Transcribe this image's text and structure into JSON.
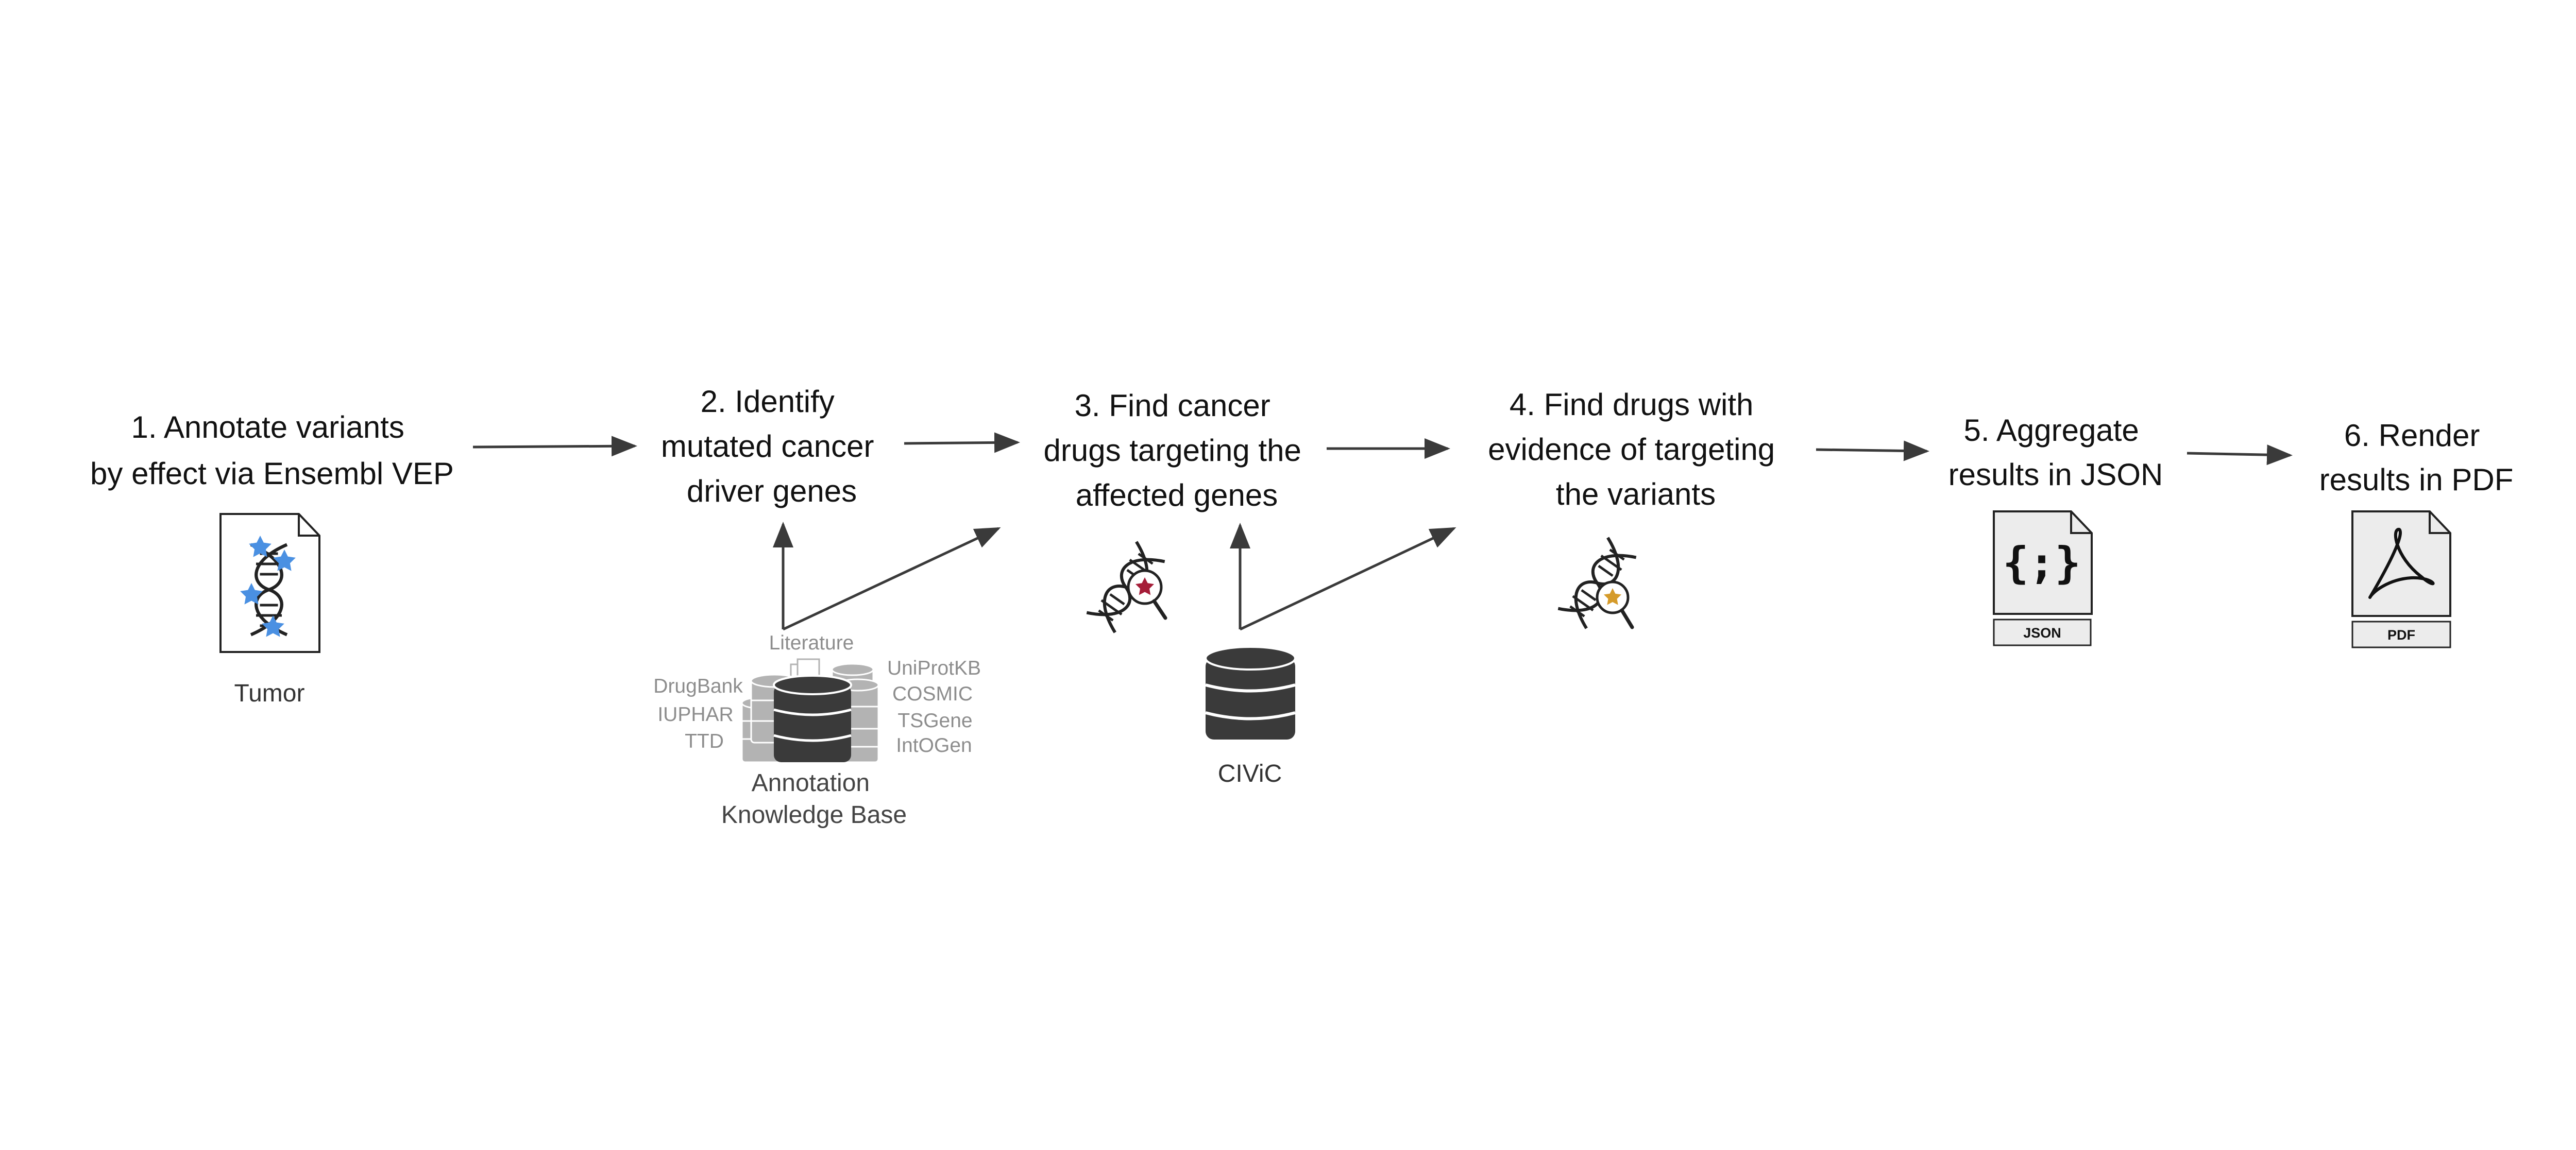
{
  "steps": [
    {
      "lines": [
        "1. Annotate variants",
        "by effect via Ensembl VEP"
      ]
    },
    {
      "lines": [
        "2. Identify",
        "mutated cancer",
        "driver genes"
      ]
    },
    {
      "lines": [
        "3. Find cancer",
        "drugs targeting the",
        "affected genes"
      ]
    },
    {
      "lines": [
        "4. Find drugs with",
        "evidence of targeting",
        "the variants"
      ]
    },
    {
      "lines": [
        "5. Aggregate",
        "results in JSON"
      ]
    },
    {
      "lines": [
        "6. Render",
        "results in PDF"
      ]
    }
  ],
  "tumor": {
    "label": "Tumor"
  },
  "knowledge_base": {
    "sources_top": "Literature",
    "sources_left": [
      "DrugBank",
      "IUPHAR",
      "TTD"
    ],
    "sources_right": [
      "UniProtKB",
      "COSMIC",
      "TSGene",
      "IntOGen"
    ],
    "label_lines": [
      "Annotation",
      "Knowledge Base"
    ]
  },
  "civic": {
    "label": "CIViC"
  },
  "json_output": {
    "symbol": "{;}",
    "tag": "JSON"
  },
  "pdf_output": {
    "tag": "PDF"
  },
  "colors": {
    "arrow": "#3a3a3a",
    "db_dark": "#3a3a3a",
    "db_light": "#b3b3b3",
    "star_blue": "#4a90e2",
    "star_red": "#a51d38",
    "star_gold": "#d59b2b",
    "doc_fill": "#ececec"
  }
}
